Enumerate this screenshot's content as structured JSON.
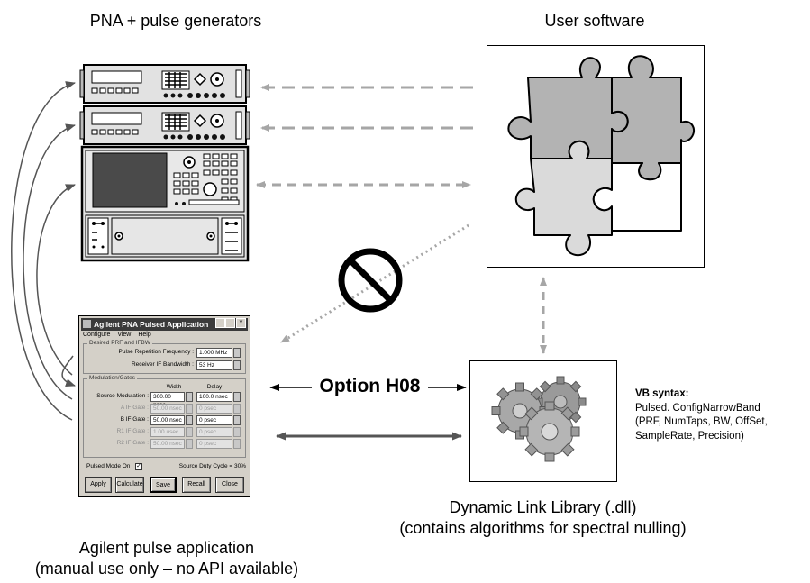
{
  "captions": {
    "pna": "PNA + pulse generators",
    "user_software": "User software",
    "option": "Option H08",
    "dll_line1": "Dynamic Link Library (.dll)",
    "dll_line2": "(contains algorithms for spectral nulling)",
    "agilent_line1": "Agilent pulse application",
    "agilent_line2": "(manual use only –  no API available)"
  },
  "vb": {
    "title": "VB syntax:",
    "line1": "Pulsed. ConfigNarrowBand",
    "line2": "(PRF, NumTaps, BW, OffSet,",
    "line3": "SampleRate, Precision)"
  },
  "app": {
    "title": "Agilent PNA Pulsed Application",
    "menu": [
      "Configure",
      "View",
      "Help"
    ],
    "group1_title": "Desired PRF and IFBW",
    "prf_label": "Pulse Repetition Frequency :",
    "prf_value": "1.000 MHz",
    "ifbw_label": "Receiver IF Bandwidth :",
    "ifbw_value": "53 Hz",
    "group2_title": "Modulation/Gates",
    "col_width": "Width",
    "col_delay": "Delay",
    "rows": [
      {
        "label": "Source Modulation :",
        "width": "300.00 nsec",
        "delay": "100.0 nsec",
        "enabled": true
      },
      {
        "label": "A IF Gate :",
        "width": "50.00 nsec",
        "delay": "0 psec",
        "enabled": false
      },
      {
        "label": "B IF Gate :",
        "width": "50.00 nsec",
        "delay": "0 psec",
        "enabled": true
      },
      {
        "label": "R1 IF Gate :",
        "width": "1.00 usec",
        "delay": "0 psec",
        "enabled": false
      },
      {
        "label": "R2 IF Gate :",
        "width": "50.00 nsec",
        "delay": "0 psec",
        "enabled": false
      }
    ],
    "pulsed_mode_label": "Pulsed Mode On",
    "duty_cycle": "Source Duty Cycle = 30%",
    "buttons": [
      "Apply",
      "Calculate",
      "Save",
      "Recall",
      "Close"
    ]
  },
  "colors": {
    "dashed_arrow": "#a6a6a6",
    "puzzle_dark": "#b3b3b3",
    "puzzle_light": "#dadada",
    "no_sign": "#000000"
  }
}
